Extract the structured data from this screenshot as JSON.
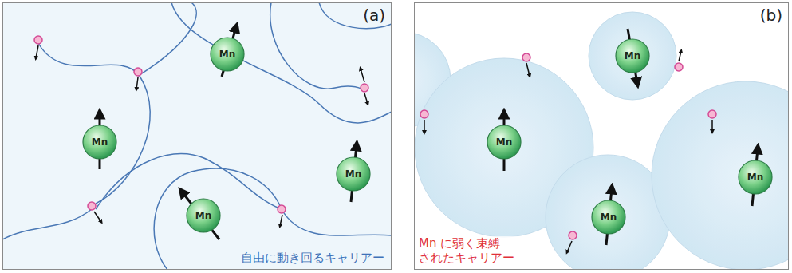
{
  "diagram": {
    "nodes": [
      {
        "text": [
          "(a)",
          "自由に動き回るキャリアー"
        ]
      },
      {
        "text": [
          "Mn"
        ],
        "in": 0
      },
      {
        "text": [
          "Mn"
        ],
        "in": 0
      },
      {
        "text": [
          "Mn"
        ],
        "in": 0
      },
      {
        "text": [
          "Mn"
        ],
        "in": 0
      },
      {
        "text": [
          "(b)",
          "Mn に弱く束縛 されたキャリアー"
        ]
      },
      {
        "text": [
          "Mn"
        ],
        "in": 5
      },
      {
        "text": [
          "Mn"
        ],
        "in": 5
      },
      {
        "text": [
          "Mn"
        ],
        "in": 5
      },
      {
        "text": [
          "Mn"
        ],
        "in": 5
      }
    ]
  }
}
